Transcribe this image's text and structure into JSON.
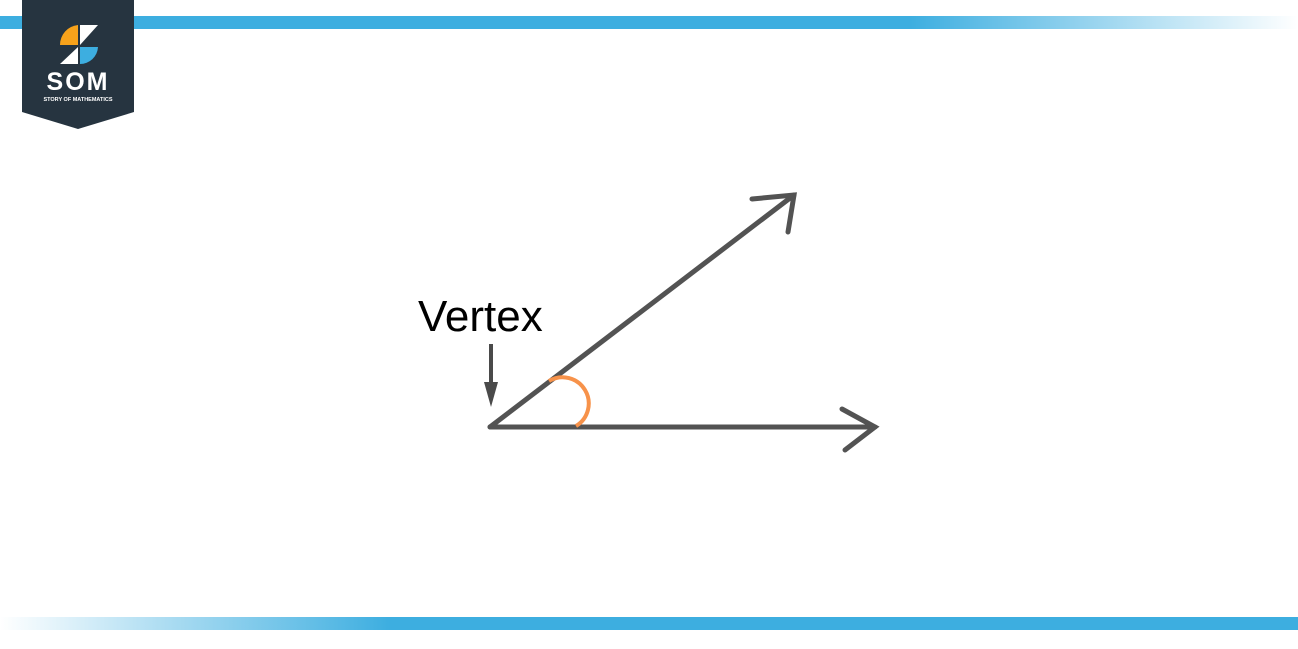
{
  "logo": {
    "text": "SOM",
    "subtitle": "STORY OF MATHEMATICS"
  },
  "diagram": {
    "vertex_label": "Vertex"
  },
  "colors": {
    "accent_blue": "#3daee0",
    "logo_dark": "#263440",
    "logo_orange": "#f7a21b",
    "angle_arc": "#f7924a",
    "ray": "#4a4a4a"
  }
}
